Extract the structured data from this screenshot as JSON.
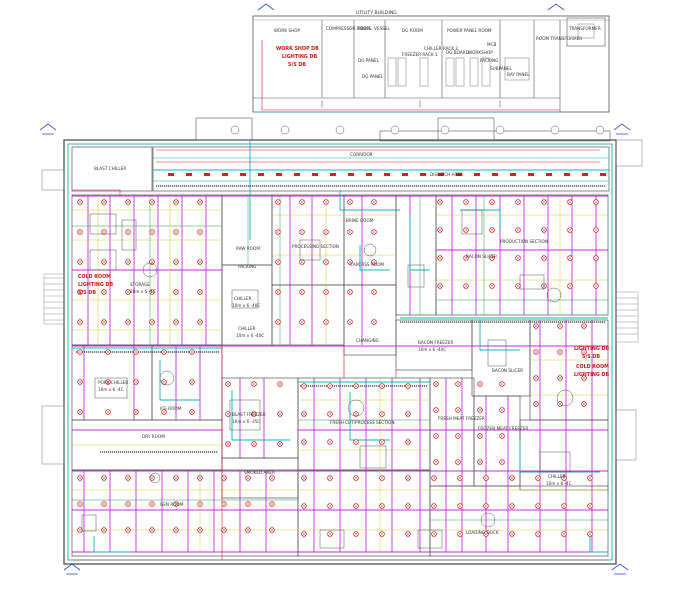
{
  "colors": {
    "wall": "#444444",
    "cyan": "#12b3c0",
    "magenta": "#c12fd6",
    "red": "#d42020",
    "yellow": "#d8c82a",
    "green": "#2f9a4a",
    "blue": "#2f4fc8",
    "dark_gray": "#555555"
  },
  "utility": {
    "title": "UTILITY BUILDING",
    "rooms": [
      {
        "id": "workshop",
        "label": "WORK SHOP"
      },
      {
        "id": "compressor",
        "label": "COMPRESSOR ROOM"
      },
      {
        "id": "pressure-vessel",
        "label": "PRESS. VESSEL"
      },
      {
        "id": "dg-room",
        "label": "DG ROOM"
      },
      {
        "id": "power-panel",
        "label": "POWER PANEL ROOM"
      },
      {
        "id": "mcb",
        "label": "MCB"
      },
      {
        "id": "room-transformer",
        "label": "ROOM TRANSFORMER"
      },
      {
        "id": "transformer",
        "label": "TRANSFORMER"
      }
    ],
    "db_labels": [
      "WORK SHOP DB",
      "LIGHTING DB",
      "S/S DB"
    ],
    "panel_labels": [
      "DG PANEL",
      "DG PANEL",
      "FREEZER RACK 1",
      "CHILLER RACK 2",
      "DG BOARD",
      "WORKSHOP",
      "PACKING",
      "SUBPANEL",
      "BAY PANEL"
    ]
  },
  "main": {
    "rooms": [
      {
        "id": "blast-chiller-top",
        "label": "BLAST CHILLER"
      },
      {
        "id": "corridor-top",
        "label": "CORRIDOR"
      },
      {
        "id": "storage",
        "label": "STORAGE"
      },
      {
        "id": "packing",
        "label": "PACKING"
      },
      {
        "id": "processing-section",
        "label": "PROCESSING SECTION"
      },
      {
        "id": "production-section",
        "label": "PRODUCTION SECTION"
      },
      {
        "id": "dispatch-area",
        "label": "DISPATCH AREA"
      },
      {
        "id": "carcass-room",
        "label": "CARCASS ROOM"
      },
      {
        "id": "bacon-slicer",
        "label": "BACON SLICER"
      },
      {
        "id": "raw-room",
        "label": "RAW ROOM"
      },
      {
        "id": "brine-room",
        "label": "BRINE ROOM"
      },
      {
        "id": "chiller-1",
        "label": "CHILLER"
      },
      {
        "id": "chiller-2",
        "label": "CHILLER"
      },
      {
        "id": "bacon-freezer",
        "label": "BACON FREEZER"
      },
      {
        "id": "pork-chiller",
        "label": "PORK CHILLER"
      },
      {
        "id": "blast-freezer",
        "label": "BLAST FREEZER"
      },
      {
        "id": "fresh-cutting",
        "label": "FRESH CUT/PROCESS SECTION"
      },
      {
        "id": "fresh-meat-freezer",
        "label": "FRESH MEAT FREEZER"
      },
      {
        "id": "frozen-meat-freezer",
        "label": "FROZEN MEAT FREEZER"
      },
      {
        "id": "chiller-bottom",
        "label": "CHILLER"
      },
      {
        "id": "dry-room",
        "label": "DRY ROOM"
      },
      {
        "id": "smoked-area",
        "label": "SMOKED AREA"
      },
      {
        "id": "ice-room",
        "label": "ICE ROOM"
      },
      {
        "id": "gen-room",
        "label": "GEN ROOM"
      },
      {
        "id": "loading-dock",
        "label": "LOADING DOCK"
      },
      {
        "id": "changing",
        "label": "CHANGING"
      },
      {
        "id": "bacon-slicer-2",
        "label": "BACON SLICER"
      }
    ],
    "room_specs": [
      {
        "room": "chiller-1",
        "text": "10m x 6 -40C"
      },
      {
        "room": "chiller-2",
        "text": "10m x 6 -40C"
      },
      {
        "room": "bacon-freezer",
        "text": "10m x 6 -40C"
      },
      {
        "room": "pork-chiller",
        "text": "10m x 6 -4C"
      },
      {
        "room": "blast-freezer",
        "text": "10m x 6 -35C"
      },
      {
        "room": "chiller-bottom",
        "text": "10m x 6 -4C"
      },
      {
        "room": "storage",
        "text": "10m x 6 -4C"
      }
    ],
    "db_labels_left": [
      "COLD ROOM",
      "LIGHTING DB",
      "S/S DB"
    ],
    "db_labels_right": [
      "LIGHTING DB",
      "S/S DB",
      "COLD ROOM",
      "LIGHTING DB"
    ]
  }
}
